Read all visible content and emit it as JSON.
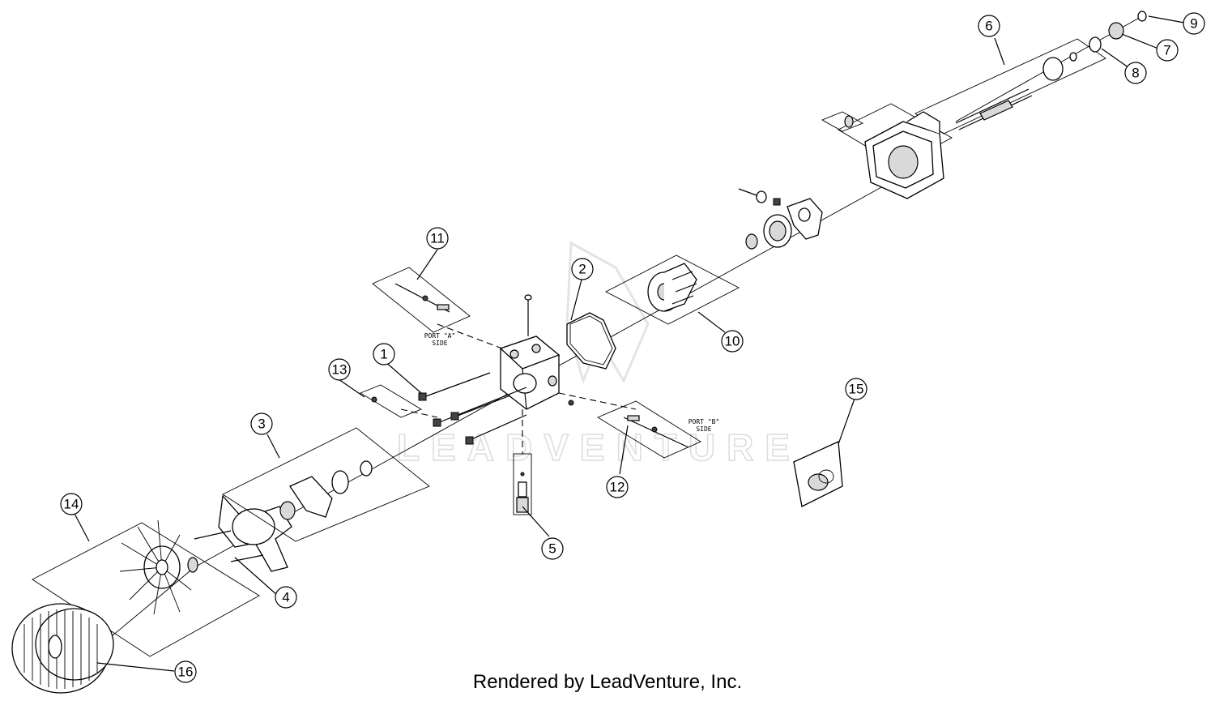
{
  "diagram": {
    "watermark": "LEADVENTURE",
    "port_a_line1": "PORT \"A\"",
    "port_a_line2": "SIDE",
    "port_b_line1": "PORT \"B\"",
    "port_b_line2": "SIDE",
    "callouts": [
      "1",
      "2",
      "3",
      "4",
      "5",
      "6",
      "7",
      "8",
      "9",
      "10",
      "11",
      "12",
      "13",
      "14",
      "15",
      "16"
    ]
  },
  "footer": {
    "credit": "Rendered by LeadVenture, Inc."
  }
}
